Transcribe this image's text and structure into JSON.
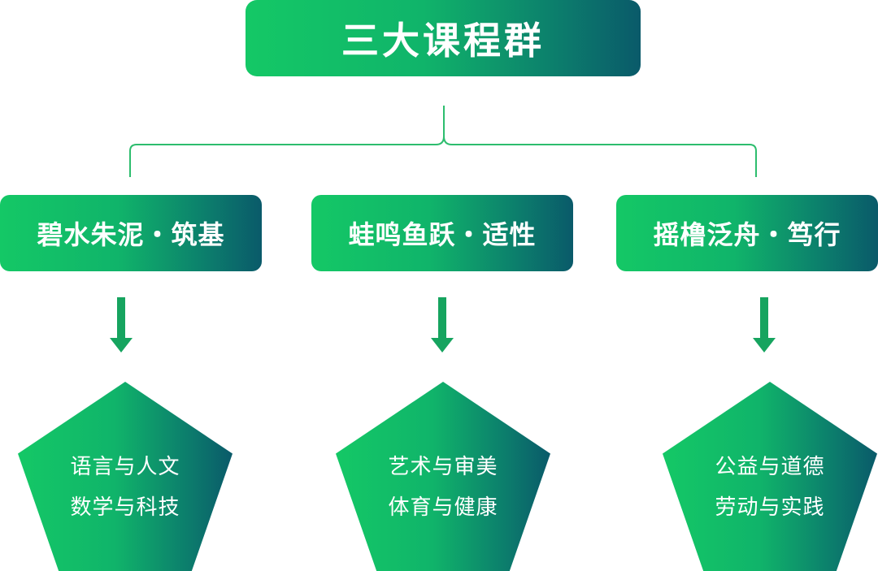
{
  "title": "三大课程群",
  "colors": {
    "gradient_start": "#14c866",
    "gradient_end": "#0a5a6a",
    "connector": "#2dbd6e",
    "arrow": "#16a45f"
  },
  "groups": [
    {
      "label": "碧水朱泥・筑基",
      "courses": [
        "语言与人文",
        "数学与科技"
      ]
    },
    {
      "label": "蛙鸣鱼跃・适性",
      "courses": [
        "艺术与审美",
        "体育与健康"
      ]
    },
    {
      "label": "摇橹泛舟・笃行",
      "courses": [
        "公益与道德",
        "劳动与实践"
      ]
    }
  ]
}
